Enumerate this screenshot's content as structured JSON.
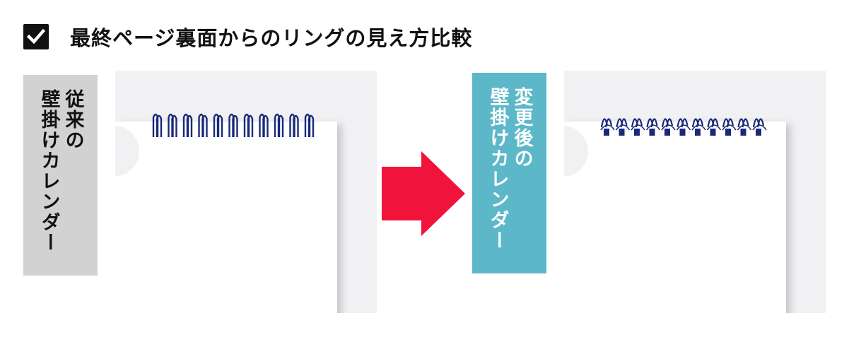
{
  "header": {
    "title": "最終ページ裏面からのリングの見え方比較",
    "icon": "checkbox-checked-icon"
  },
  "before": {
    "label_lines": [
      "従来の",
      "壁掛けカレンダー"
    ],
    "label_bg": "#d2d2d2",
    "label_color": "#111111"
  },
  "after": {
    "label_lines": [
      "変更後の",
      "壁掛けカレンダー"
    ],
    "label_bg": "#5cb8c8",
    "label_color": "#ffffff"
  },
  "arrow": {
    "color": "#f0143c",
    "icon": "right-arrow-icon"
  },
  "colors": {
    "ring": "#1a2a78",
    "panel_bg": "#f1f1f3"
  }
}
